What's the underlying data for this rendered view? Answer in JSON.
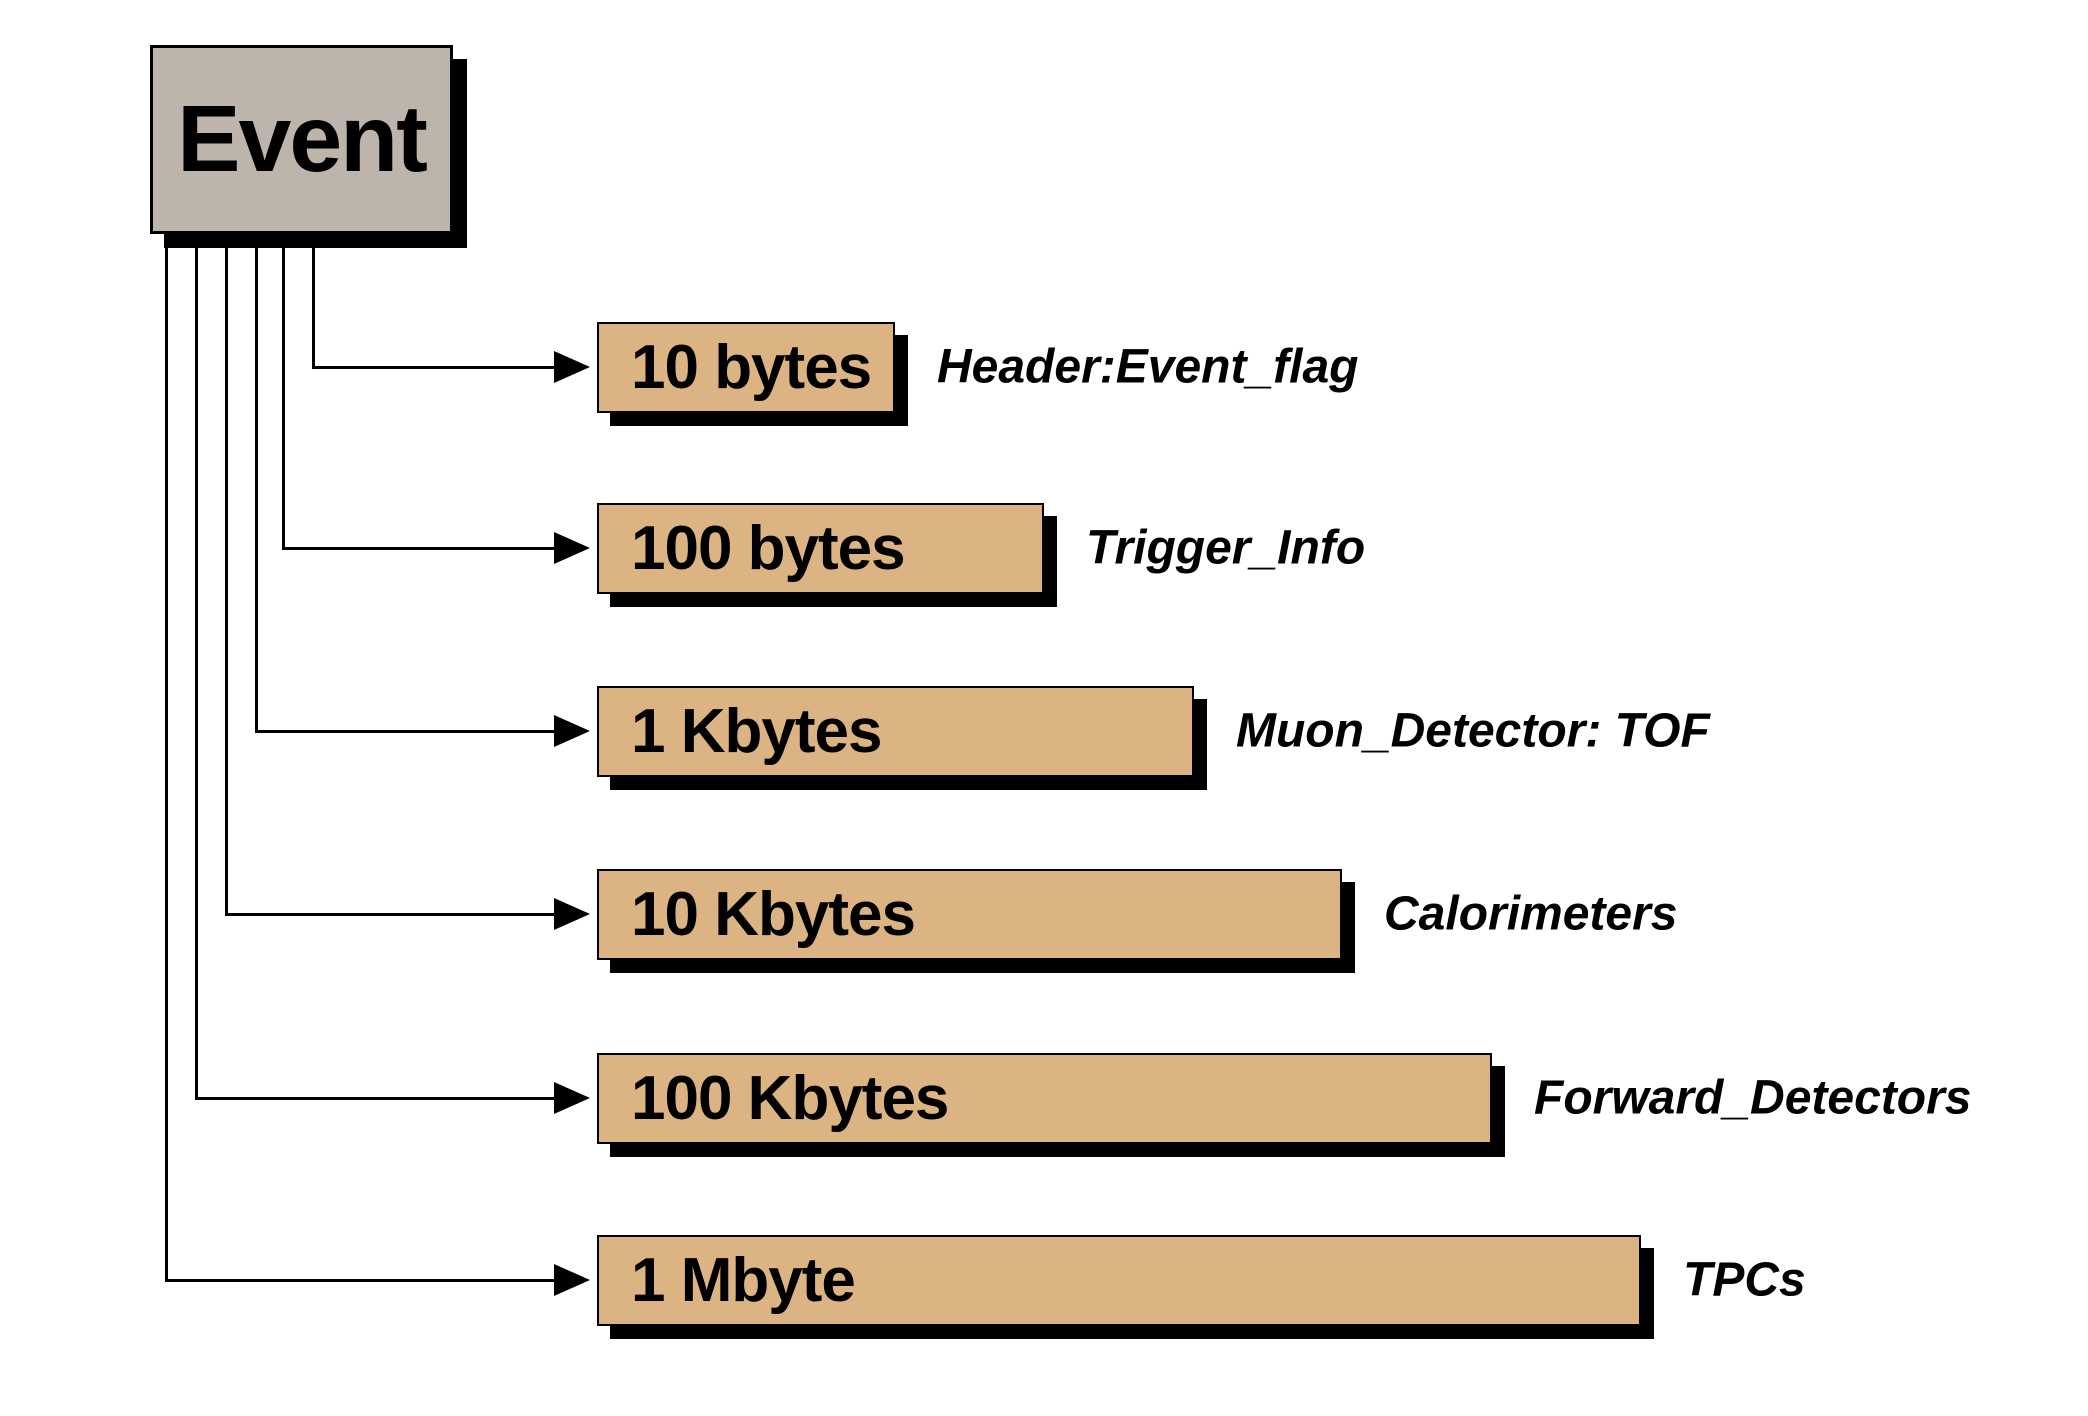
{
  "title": "Event",
  "colors": {
    "event_box_fill": "#bdb4ab",
    "bar_fill": "#dcb483",
    "line": "#000000",
    "background": "#ffffff"
  },
  "rows": [
    {
      "size": "10 bytes",
      "label": "Header:Event_flag"
    },
    {
      "size": "100 bytes",
      "label": "Trigger_Info"
    },
    {
      "size": "1 Kbytes",
      "label": "Muon_Detector: TOF"
    },
    {
      "size": "10 Kbytes",
      "label": "Calorimeters"
    },
    {
      "size": "100 Kbytes",
      "label": "Forward_Detectors"
    },
    {
      "size": "1 Mbyte",
      "label": "TPCs"
    }
  ]
}
